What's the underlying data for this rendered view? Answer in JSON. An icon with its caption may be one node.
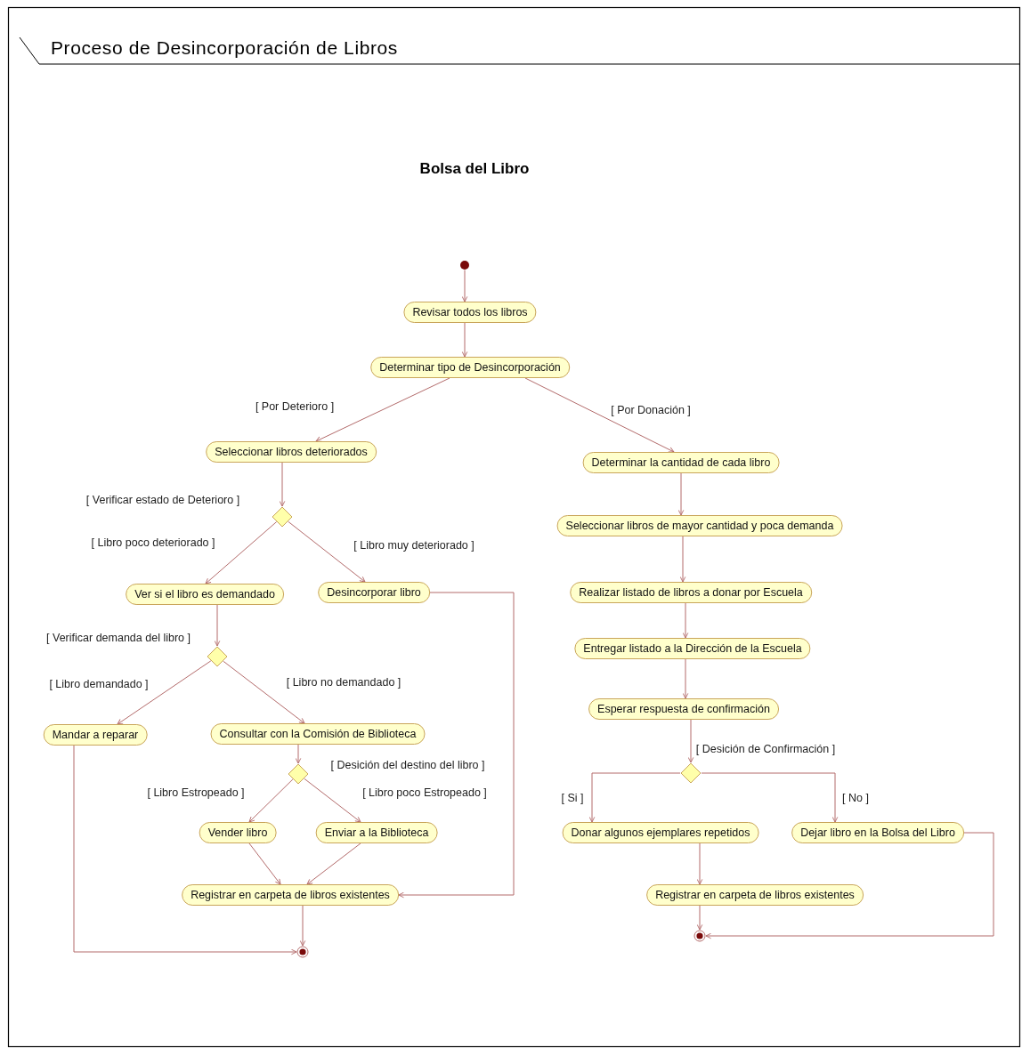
{
  "diagram": {
    "title": "Proceso de Desincorporación de Libros",
    "nodes": [
      {
        "text": [],
        "shape": "circle"
      },
      {
        "text": [
          "Revisar todos los libros"
        ]
      },
      {
        "text": [
          "Determinar tipo de Desincorporación"
        ]
      },
      {
        "text": [
          "Seleccionar libros deteriorados"
        ]
      },
      {
        "text": [],
        "shape": "diamond"
      },
      {
        "text": [
          "Ver si el libro es demandado"
        ]
      },
      {
        "text": [
          "Desincorporar libro"
        ]
      },
      {
        "text": [],
        "shape": "diamond"
      },
      {
        "text": [
          "Mandar a reparar"
        ]
      },
      {
        "text": [
          "Consultar con la Comisión de Biblioteca"
        ]
      },
      {
        "text": [],
        "shape": "diamond"
      },
      {
        "text": [
          "Vender libro"
        ]
      },
      {
        "text": [
          "Enviar a la Biblioteca"
        ]
      },
      {
        "text": [
          "Registrar en carpeta de libros existentes"
        ]
      },
      {
        "text": [],
        "shape": "bullseye"
      },
      {
        "text": [
          "Determinar la cantidad de cada libro"
        ]
      },
      {
        "text": [
          "Seleccionar libros de mayor cantidad y poca demanda"
        ]
      },
      {
        "text": [
          "Realizar listado de libros a donar por Escuela"
        ]
      },
      {
        "text": [
          "Entregar listado a la Dirección de la Escuela"
        ]
      },
      {
        "text": [
          "Esperar respuesta de confirmación"
        ]
      },
      {
        "text": [],
        "shape": "diamond"
      },
      {
        "text": [
          "Donar algunos ejemplares repetidos"
        ]
      },
      {
        "text": [
          "Dejar libro en la Bolsa del Libro"
        ]
      },
      {
        "text": [
          "Registrar en carpeta de libros existentes"
        ]
      },
      {
        "text": [],
        "shape": "bullseye"
      }
    ],
    "edges": [
      {
        "from": 0,
        "to": 1,
        "arrow": "to"
      },
      {
        "from": 1,
        "to": 2,
        "arrow": "to"
      },
      {
        "from": 2,
        "to": 3,
        "arrow": "to",
        "label": "[ Por Deterioro ]"
      },
      {
        "from": 2,
        "to": 15,
        "arrow": "to",
        "label": "[ Por Donación ]"
      },
      {
        "from": 3,
        "to": 4,
        "arrow": "to",
        "label": "[ Verificar estado de Deterioro ]"
      },
      {
        "from": 4,
        "to": 5,
        "arrow": "to",
        "label": "[ Libro poco deteriorado ]"
      },
      {
        "from": 4,
        "to": 6,
        "arrow": "to",
        "label": "[ Libro muy deteriorado ]"
      },
      {
        "from": 5,
        "to": 7,
        "arrow": "to",
        "label": "[ Verificar demanda del libro ]"
      },
      {
        "from": 7,
        "to": 8,
        "arrow": "to",
        "label": "[ Libro demandado ]"
      },
      {
        "from": 7,
        "to": 9,
        "arrow": "to",
        "label": "[ Libro no demandado ]"
      },
      {
        "from": 9,
        "to": 10,
        "arrow": "to",
        "label": "[ Desición del destino del libro ]"
      },
      {
        "from": 10,
        "to": 11,
        "arrow": "to",
        "label": "[ Libro Estropeado ]"
      },
      {
        "from": 10,
        "to": 12,
        "arrow": "to",
        "label": "[ Libro poco Estropeado ]"
      },
      {
        "from": 6,
        "to": 13,
        "arrow": "to"
      },
      {
        "from": 11,
        "to": 13,
        "arrow": "to"
      },
      {
        "from": 12,
        "to": 13,
        "arrow": "to"
      },
      {
        "from": 13,
        "to": 14,
        "arrow": "to"
      },
      {
        "from": 8,
        "to": 14,
        "arrow": "to"
      },
      {
        "from": 15,
        "to": 16,
        "arrow": "to"
      },
      {
        "from": 16,
        "to": 17,
        "arrow": "to"
      },
      {
        "from": 17,
        "to": 18,
        "arrow": "to"
      },
      {
        "from": 18,
        "to": 19,
        "arrow": "to"
      },
      {
        "from": 19,
        "to": 20,
        "arrow": "to",
        "label": "[ Desición de Confirmación ]"
      },
      {
        "from": 20,
        "to": 21,
        "arrow": "to",
        "label": "[ Si ]"
      },
      {
        "from": 20,
        "to": 22,
        "arrow": "to",
        "label": "[ No ]"
      },
      {
        "from": 21,
        "to": 23,
        "arrow": "to"
      },
      {
        "from": 22,
        "to": 24,
        "arrow": "to"
      },
      {
        "from": 23,
        "to": 24,
        "arrow": "to"
      }
    ],
    "labels": [
      "Bolsa del Libro"
    ]
  }
}
